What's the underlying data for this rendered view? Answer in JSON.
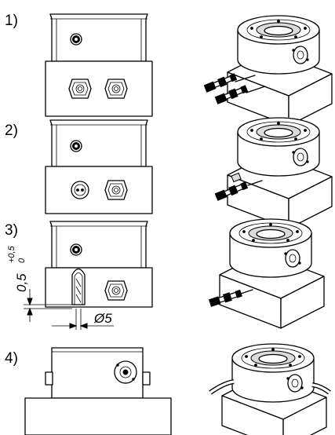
{
  "steps": [
    {
      "label": "1)"
    },
    {
      "label": "2)"
    },
    {
      "label": "3)"
    },
    {
      "label": "4)"
    }
  ],
  "dimensions": {
    "height_main": "0,5",
    "height_tol_upper": "+0,5",
    "height_tol_lower": "0",
    "diameter": "Ø5"
  },
  "icons": [
    "pneumatic-fitting-icon",
    "hose-nipple-icon",
    "plug-icon",
    "cable-icon",
    "flange-icon"
  ]
}
